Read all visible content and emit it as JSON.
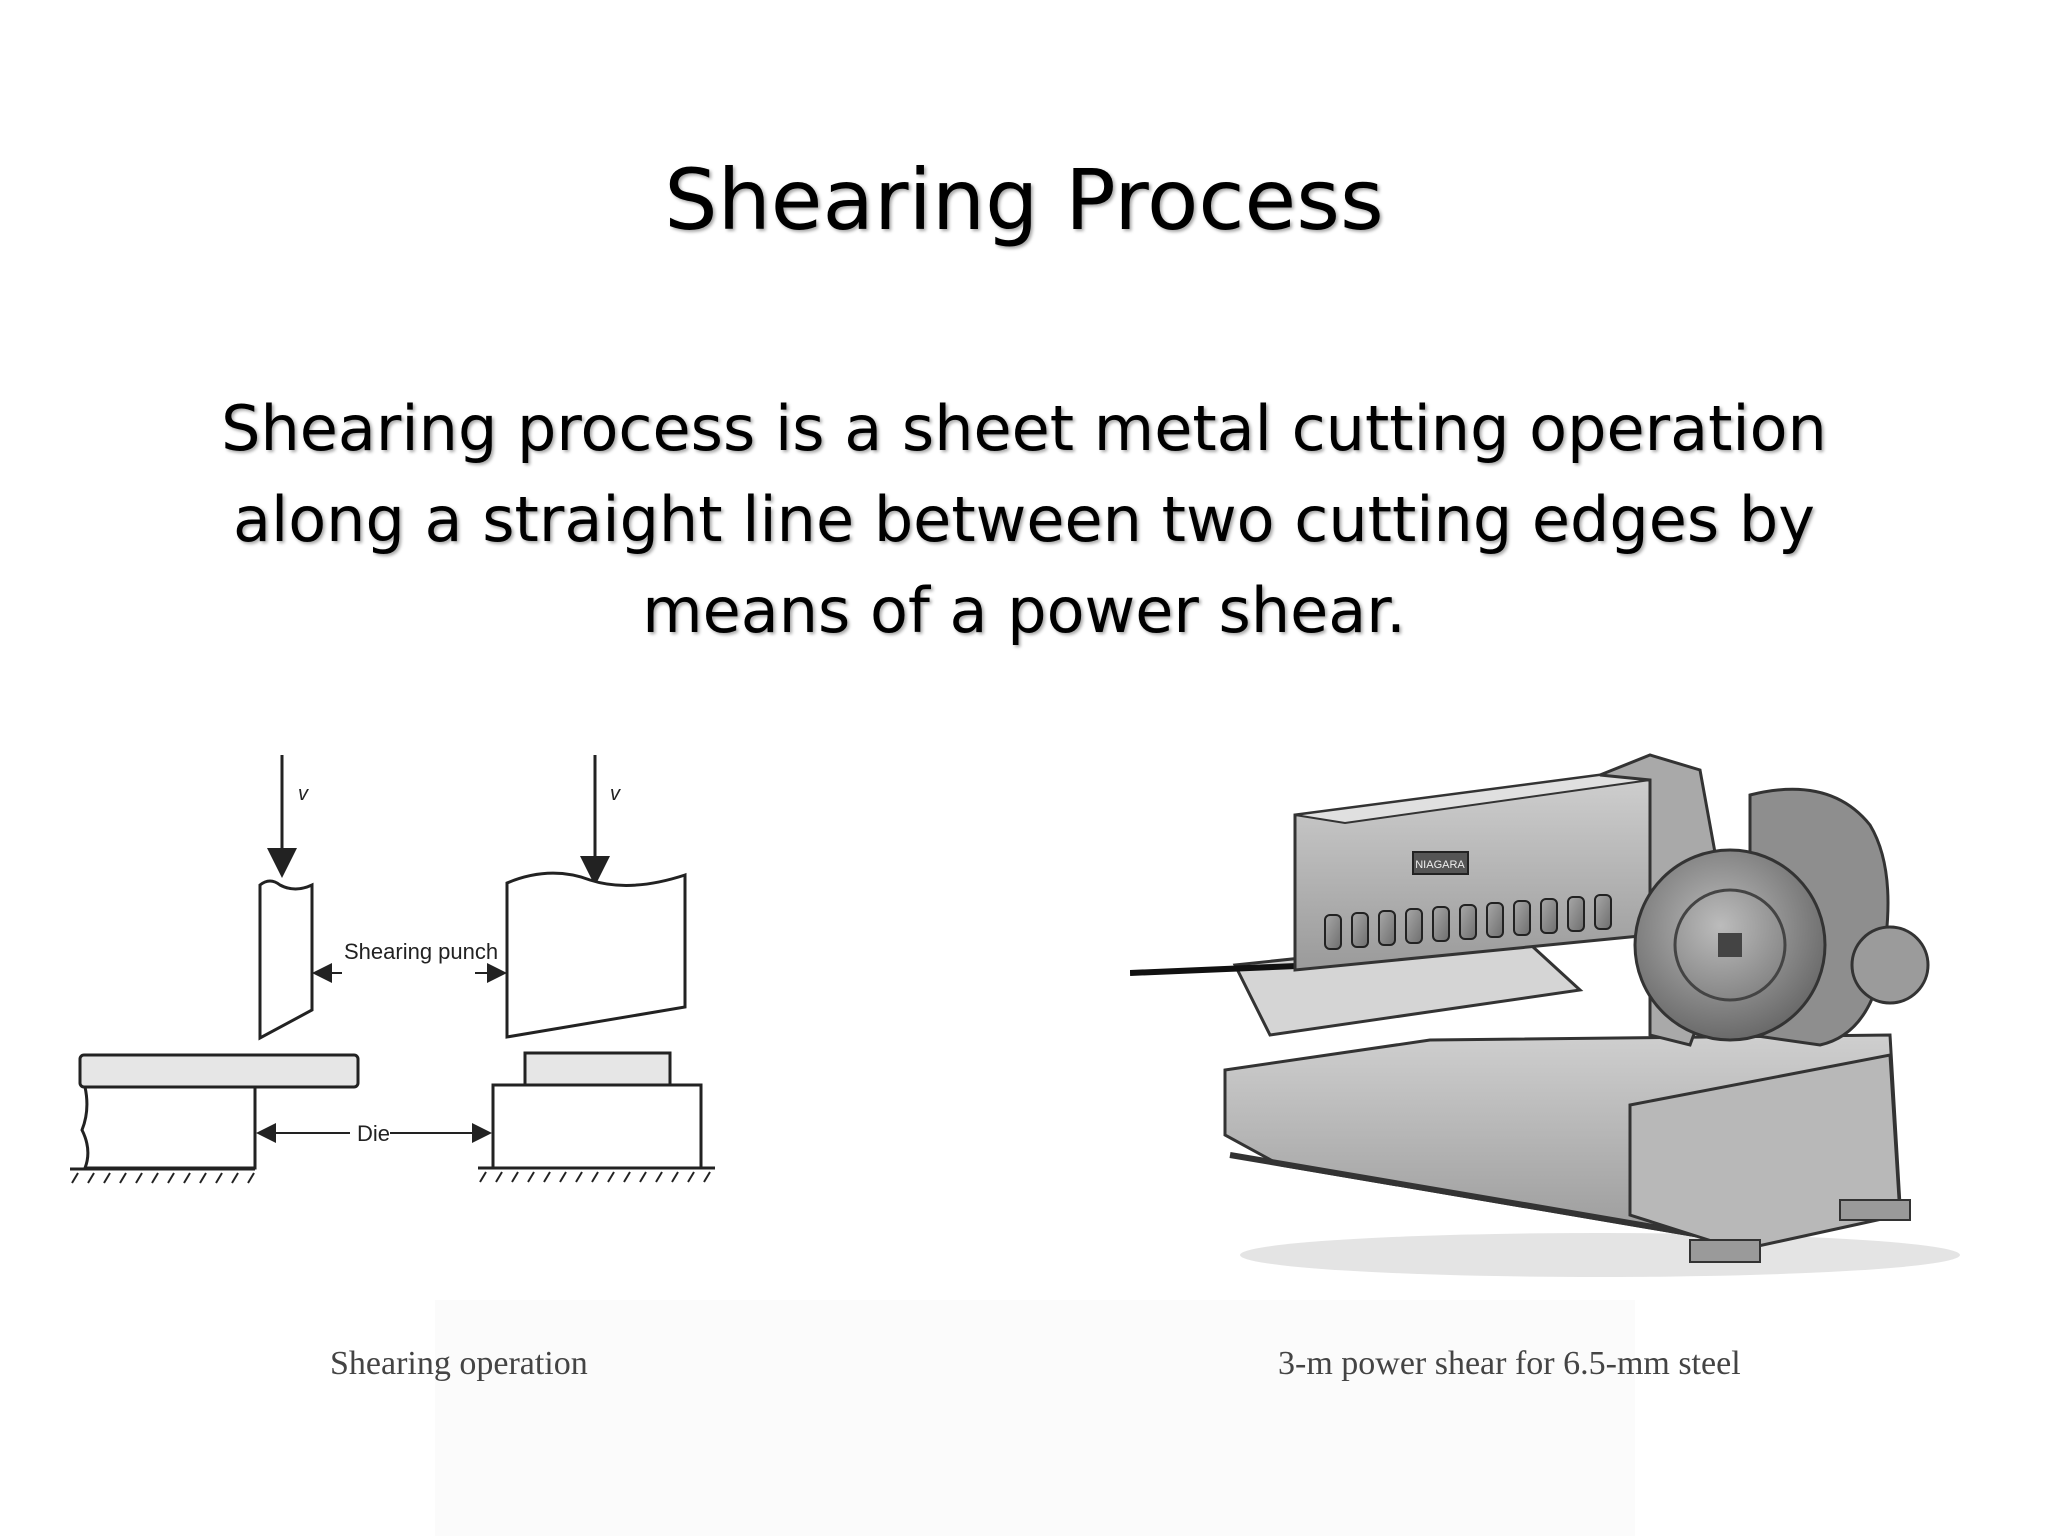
{
  "slide": {
    "title": "Shearing Process",
    "body_lines": [
      "Shearing process is a sheet metal cutting operation",
      "along a straight line between two cutting edges by",
      "means of a power shear."
    ]
  },
  "diagram": {
    "velocity_label_left": "v",
    "velocity_label_right": "v",
    "punch_label": "Shearing punch",
    "die_label": "Die",
    "caption": "Shearing operation"
  },
  "photo": {
    "nameplate": "NIAGARA",
    "caption": "3-m power shear for 6.5-mm steel"
  }
}
